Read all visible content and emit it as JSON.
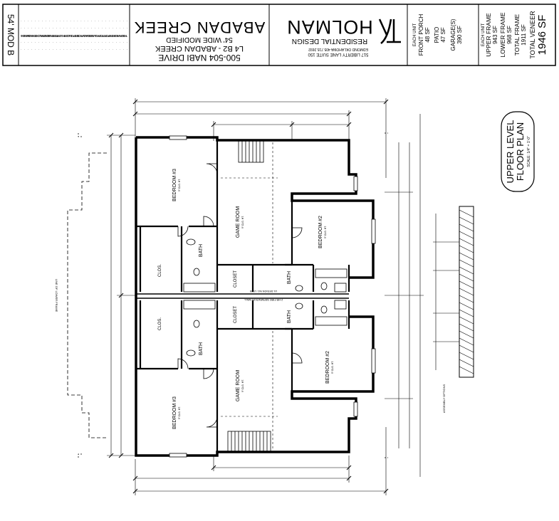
{
  "title_block": {
    "mod": "54' MOD B",
    "notes": "THESE DRAWINGS ARE THE PROPERTY OF JAY HOLMAN DESIGN AND MAY NOT BE REPRODUCED WITHOUT WRITTEN PERMISSION. VERIFY ALL CONDITIONS AND DIMENSIONS.",
    "project_name": "ABADAN CREEK",
    "project_subtitle": "54' WIDE MODIFIED",
    "project_lot": "L4 B2 - ABADAN CREEK",
    "project_address": "500-504 NABI DRIVE",
    "firm_name": "HOLMAN",
    "firm_sub": "RESIDENTIAL DESIGN",
    "firm_address": "517 LIBERTY LANE SUITE 150",
    "firm_city": "EDMOND OKLAHOMA 405.715.2692",
    "unit_header": "EACH UNIT",
    "front_porch": "FRONT PORCH",
    "front_porch_val": "48 SF",
    "patio": "PATIO",
    "patio_val": "47 SF",
    "garage": "GARAGE(S)",
    "garage_val": "390 SF",
    "unit_header2": "EACH UNIT",
    "upper_frame": "UPPER FRAME",
    "upper_frame_val": "943 SF",
    "lower_frame": "LOWER FRAME",
    "lower_frame_val": "968 SF",
    "total_frame": "TOTAL FRAME",
    "total_frame_val": "1911 SF",
    "total_veneer": "TOTAL VENEER",
    "total_veneer_val": "1946 SF"
  },
  "plan_label": {
    "line1": "UPPER LEVEL",
    "line2": "FLOOR PLAN",
    "scale": "SCALE: 1/4\" = 1'-0\""
  },
  "rooms": {
    "bedroom3_top": "BEDROOM #3",
    "bedroom3_bottom": "BEDROOM #3",
    "game_top": "GAME ROOM",
    "game_bottom": "GAME ROOM",
    "bedroom2_top": "BEDROOM #2",
    "bedroom2_bottom": "BEDROOM #2",
    "clos_top": "CLOS.",
    "clos_bottom": "CLOS.",
    "bath_top": "BATH",
    "bath_bottom": "BATH",
    "closet_top": "CLOSET",
    "closet_bottom": "CLOSET",
    "bath2_top": "BATH",
    "bath2_bottom": "BATH",
    "ceiling": "9' CLG. HT."
  },
  "misc": {
    "line_lower": "LINE OF LOWER FRAME",
    "wall_detail": "ASSEMBLY OPTIONS",
    "ul_design": "UL DESIGN NO. U305",
    "party_wall": "2 HR FIRE SEPARATION WALL"
  }
}
